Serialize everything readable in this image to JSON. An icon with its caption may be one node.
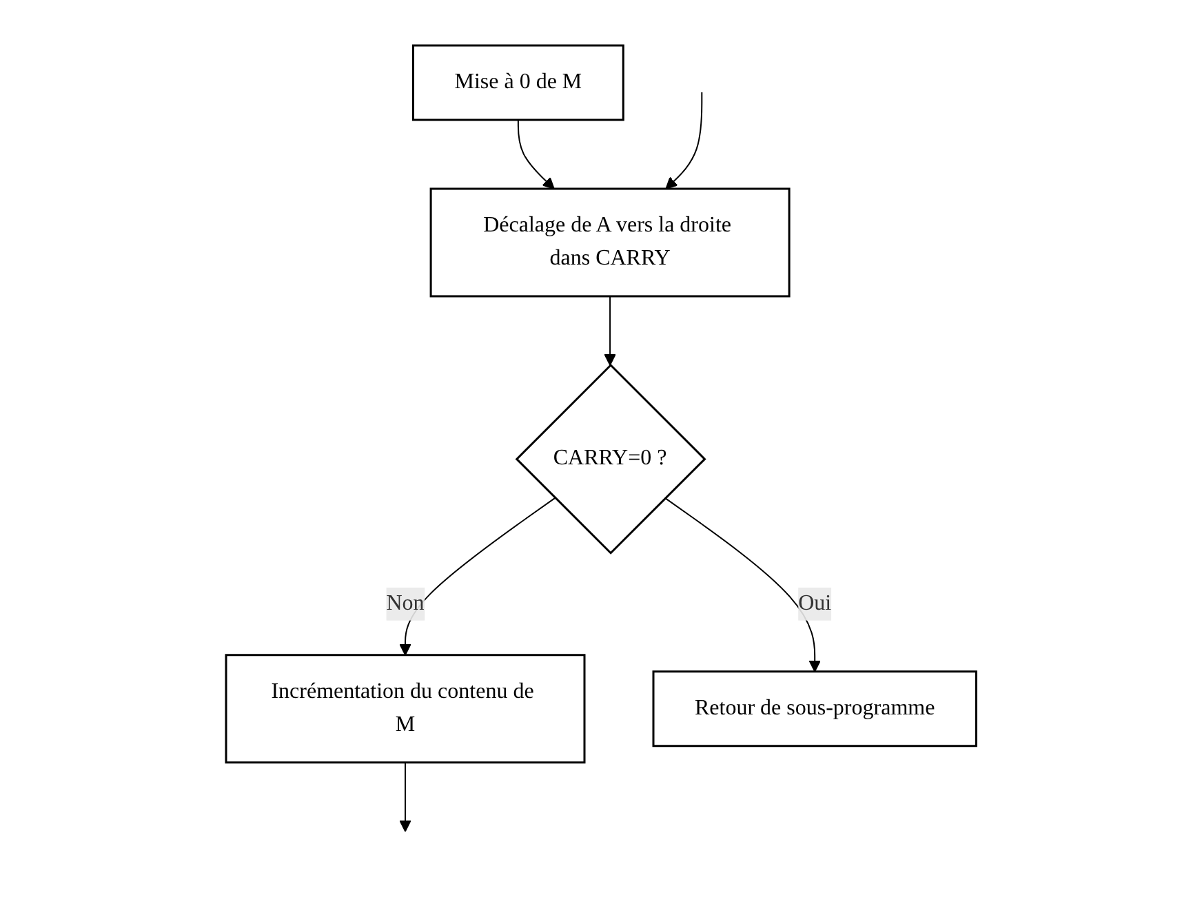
{
  "diagram": {
    "nodes": [
      {
        "text": [
          "Mise à 0 de M"
        ]
      },
      {
        "text": [
          "Décalage de A vers la droite dans CARRY"
        ]
      },
      {
        "text": [
          "CARRY=0 ?"
        ]
      },
      {
        "text": [
          "Incrémentation du contenu de M"
        ]
      },
      {
        "text": [
          "Retour de sous-programme"
        ]
      }
    ],
    "edges": [
      {
        "from": 0,
        "to": 1,
        "arrow": "to"
      },
      {
        "from": null,
        "to": 1,
        "arrow": "to"
      },
      {
        "from": 1,
        "to": 2,
        "arrow": "to"
      },
      {
        "from": 2,
        "to": 4,
        "label": "Oui",
        "arrow": "to"
      },
      {
        "from": 2,
        "to": 3,
        "label": "Non",
        "arrow": "to"
      },
      {
        "from": 3,
        "to": null,
        "arrow": "to"
      }
    ]
  }
}
